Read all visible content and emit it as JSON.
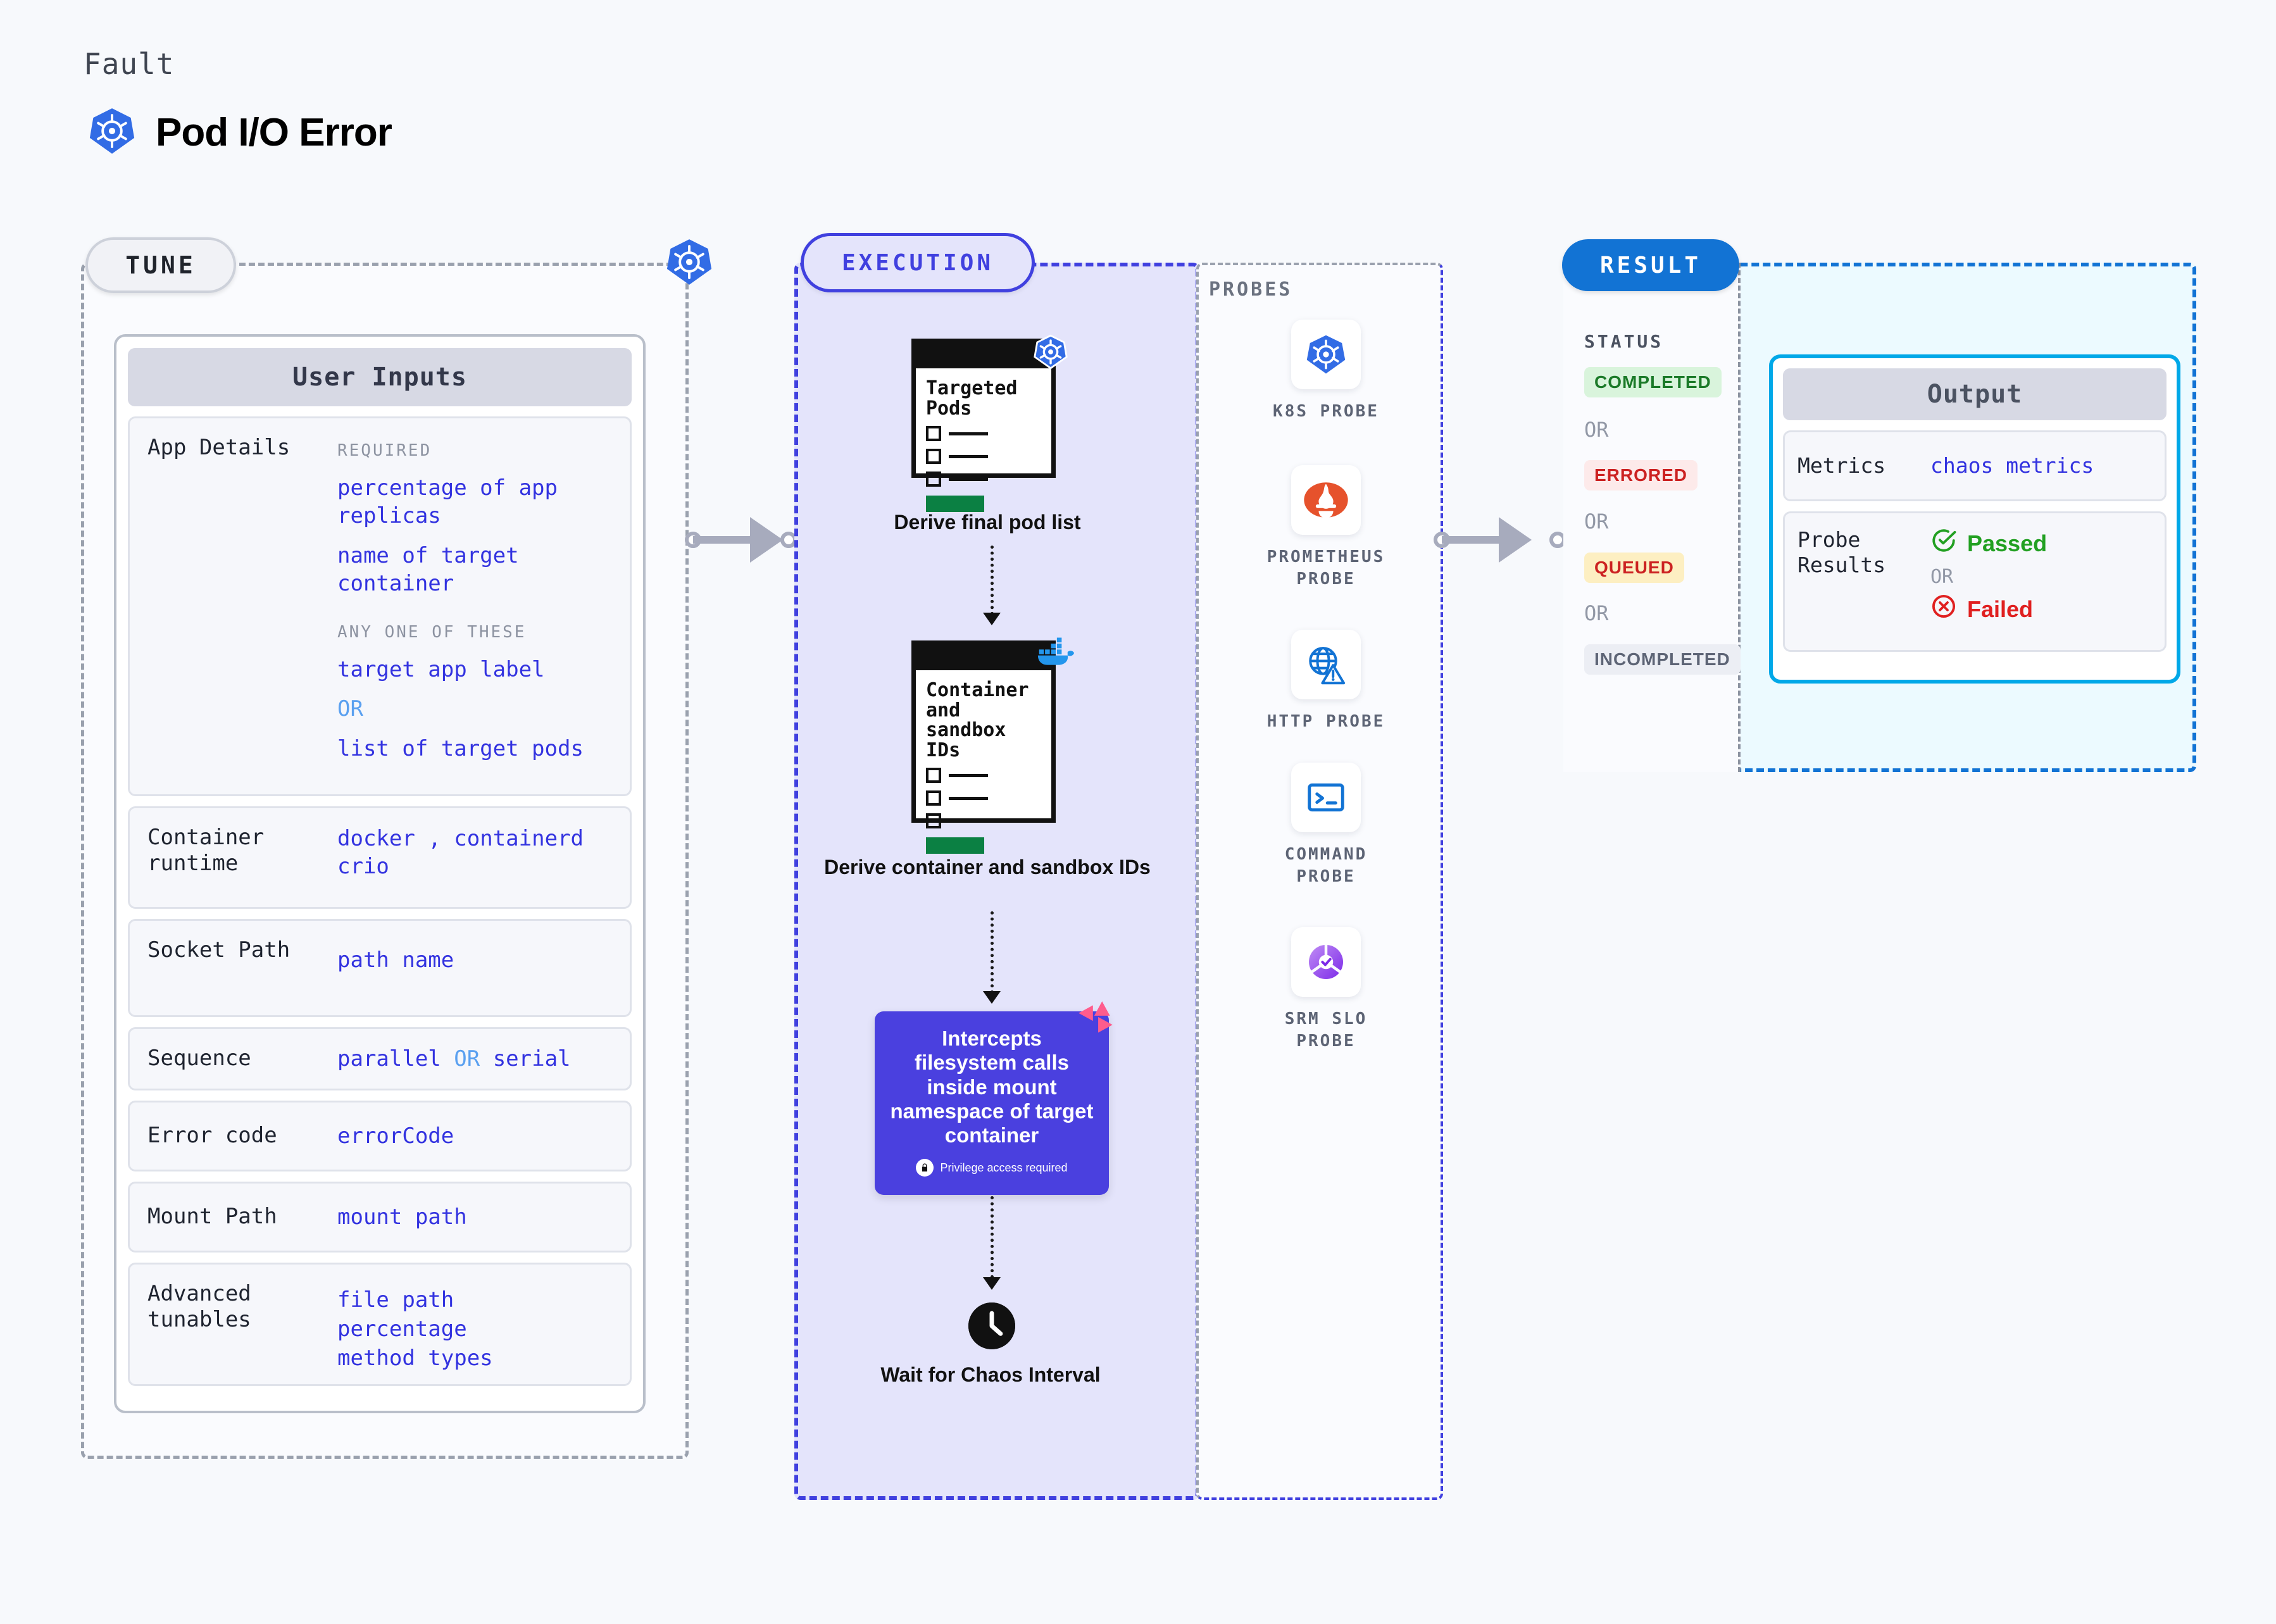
{
  "header": {
    "eyebrow": "Fault",
    "title": "Pod I/O Error",
    "icon": "kubernetes-icon"
  },
  "tune": {
    "pill_label": "TUNE",
    "badge_icon": "kubernetes-icon",
    "card_title": "User Inputs",
    "rows": [
      {
        "label": "App Details",
        "caption_required": "REQUIRED",
        "required_values": [
          "percentage of app replicas",
          "name of target container"
        ],
        "caption_anyone": "ANY ONE OF THESE",
        "anyone_values": [
          "target app label",
          "list of target pods"
        ],
        "or_text": "OR"
      },
      {
        "label": "Container\nruntime",
        "values": [
          "docker",
          "containerd",
          "crio"
        ],
        "separator": ","
      },
      {
        "label": "Socket Path",
        "values": [
          "path name"
        ]
      },
      {
        "label": "Sequence",
        "values": [
          "parallel",
          "serial"
        ],
        "or_text": "OR"
      },
      {
        "label": "Error code",
        "values": [
          "errorCode"
        ]
      },
      {
        "label": "Mount Path",
        "values": [
          "mount path"
        ]
      },
      {
        "label": "Advanced\ntunables",
        "values": [
          "file path",
          "percentage",
          "method types"
        ]
      }
    ]
  },
  "execution": {
    "pill_label": "EXECUTION",
    "steps": [
      {
        "card_title": "Targeted\nPods",
        "badge_icon": "kubernetes-icon",
        "caption": "Derive final pod list"
      },
      {
        "card_title": "Container\nand\nsandbox\nIDs",
        "badge_icon": "docker-icon",
        "caption": "Derive container and sandbox IDs"
      }
    ],
    "inject": {
      "text": "Intercepts filesystem calls inside mount namespace of target container",
      "note": "Privilege access required",
      "note_icon": "lock-icon",
      "corner_icon": "litmus-icon",
      "color": "#4a40df"
    },
    "wait": {
      "icon": "clock-icon",
      "caption": "Wait for Chaos Interval"
    }
  },
  "probes": {
    "caption": "PROBES",
    "items": [
      {
        "label": "K8S PROBE",
        "icon": "kubernetes-icon"
      },
      {
        "label": "PROMETHEUS PROBE",
        "icon": "prometheus-icon"
      },
      {
        "label": "HTTP PROBE",
        "icon": "http-globe-warning-icon"
      },
      {
        "label": "COMMAND PROBE",
        "icon": "terminal-icon"
      },
      {
        "label": "SRM SLO PROBE",
        "icon": "srm-slo-icon"
      }
    ]
  },
  "result": {
    "pill_label": "RESULT",
    "status_caption": "STATUS",
    "or_text": "OR",
    "statuses": [
      {
        "label": "COMPLETED",
        "bg": "#d9f4dc",
        "fg": "#1b7a28"
      },
      {
        "label": "ERRORED",
        "bg": "#fdeaea",
        "fg": "#cc2121"
      },
      {
        "label": "QUEUED",
        "bg": "#fdefc2",
        "fg": "#cc2121"
      },
      {
        "label": "INCOMPLETED",
        "bg": "#eceef4",
        "fg": "#5d6475"
      }
    ],
    "output": {
      "title": "Output",
      "rows": [
        {
          "label": "Metrics",
          "value": "chaos metrics"
        },
        {
          "label": "Probe\nResults",
          "passed": "Passed",
          "failed": "Failed",
          "or_text": "OR"
        }
      ]
    }
  }
}
